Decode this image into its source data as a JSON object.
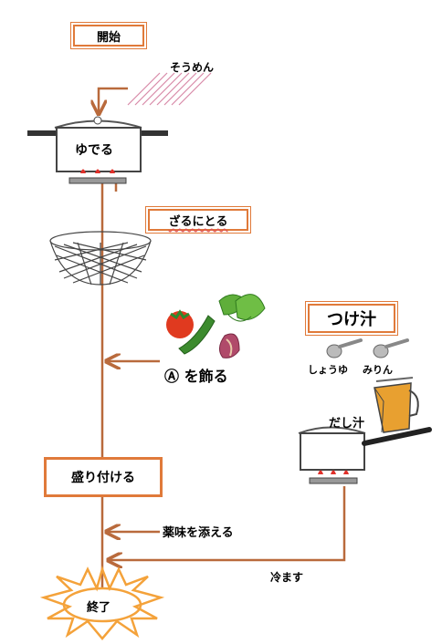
{
  "steps": {
    "start": "開始",
    "noodles": "そうめん",
    "boil": "ゆでる",
    "drain": "ざるにとる",
    "decorate": "Ⓐ を飾る",
    "plate": "盛り付ける",
    "condiments": "薬味を添える",
    "end": "終了"
  },
  "sauce": {
    "title": "つけ汁",
    "soy_sauce": "しょうゆ",
    "mirin": "みりん",
    "dashi": "だし汁",
    "cool": "冷ます"
  },
  "colors": {
    "flow_line": "#b96a3c",
    "box_border": "#e07a3a",
    "sun": "#f4a23a"
  }
}
